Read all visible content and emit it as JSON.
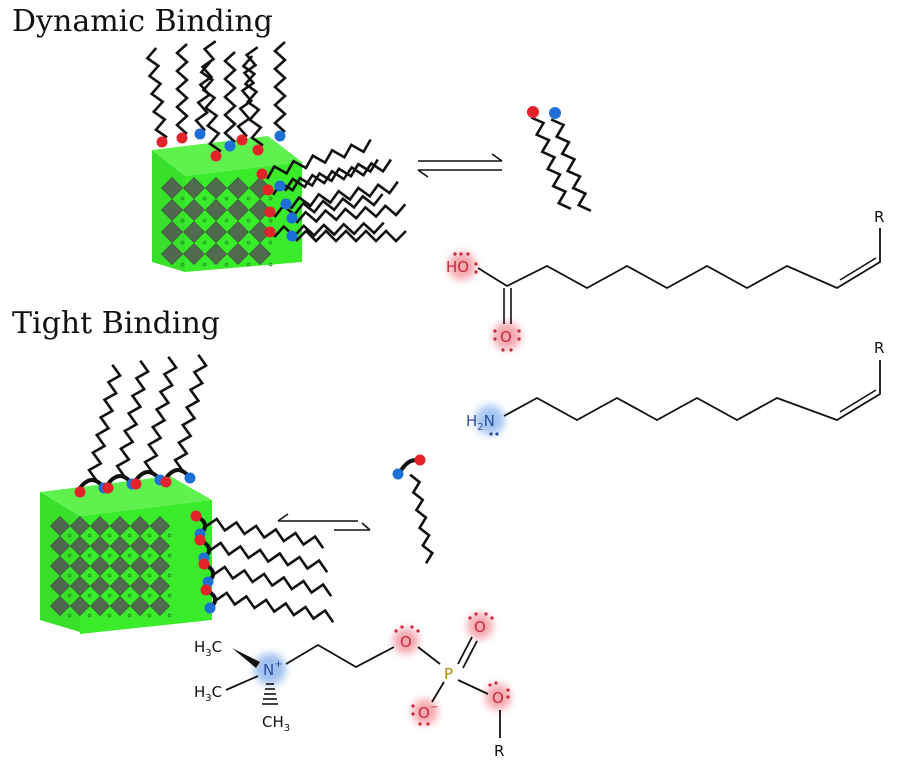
{
  "headings": {
    "dynamic": "Dynamic Binding",
    "tight": "Tight Binding"
  },
  "labels": {
    "oleic_acid": {
      "hydroxyl": "HO",
      "carbonyl": "O",
      "tail": "R"
    },
    "oleylamine": {
      "amine_prefix": "H",
      "amine_sub": "2",
      "amine_suffix": "N",
      "tail": "R"
    },
    "phosphocholine": {
      "methyl_top": "H",
      "methyl_top_sub": "3",
      "methyl_top_c": "C",
      "methyl_mid": "H",
      "methyl_mid_sub": "3",
      "methyl_mid_c": "C",
      "methyl_bot": "CH",
      "methyl_bot_sub": "3",
      "nitrogen": "N",
      "nitrogen_charge": "+",
      "ester_o1": "O",
      "phosphorus": "P",
      "double_o": "O",
      "ester_o2": "O",
      "anion_o": "O",
      "anion_charge": "−",
      "tail": "R"
    }
  },
  "colors": {
    "nanocrystal": "#3aeb2c",
    "nanocrystal_dark": "#1fbf1b",
    "lattice": "#555555",
    "ligand_head_acid": "#e5232b",
    "ligand_head_base": "#1f6fd8",
    "highlight_oxygen": "#f28b94",
    "highlight_nitrogen": "#8fb6ee",
    "oxygen_text": "#c8283a",
    "nitrogen_text": "#2c4f9e",
    "phosphorus_text": "#b8860b",
    "bond": "#111111"
  },
  "icons": [
    "equilibrium-arrows-balanced",
    "equilibrium-arrows-shifted-left"
  ]
}
